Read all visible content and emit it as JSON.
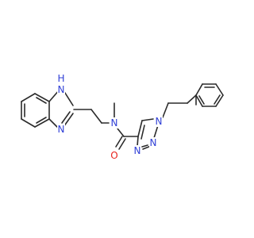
{
  "colors": {
    "background": "#ffffff",
    "bond": "#2b2b2b",
    "nitrogen": "#2f3fd6",
    "oxygen": "#e8231d"
  },
  "atoms": [
    {
      "key": "nh_ring",
      "label": "N",
      "element": "nitrogen"
    },
    {
      "key": "nh_h",
      "label": "H",
      "element": "nitrogen"
    },
    {
      "key": "n_ring",
      "label": "N",
      "element": "nitrogen"
    },
    {
      "key": "n_amide",
      "label": "N",
      "element": "nitrogen"
    },
    {
      "key": "o_carbonyl",
      "label": "O",
      "element": "oxygen"
    },
    {
      "key": "n1_triazole",
      "label": "N",
      "element": "nitrogen"
    },
    {
      "key": "n2_triazole",
      "label": "N",
      "element": "nitrogen"
    },
    {
      "key": "n3_triazole",
      "label": "N",
      "element": "nitrogen"
    }
  ]
}
